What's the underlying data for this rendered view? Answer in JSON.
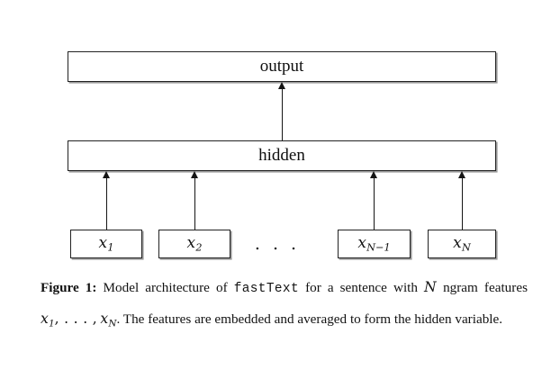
{
  "figure": {
    "diagram": {
      "output_node": {
        "label": "output"
      },
      "hidden_node": {
        "label": "hidden"
      },
      "ellipsis": ". . .",
      "input_nodes": [
        {
          "base": "x",
          "subscript": "1",
          "label": "x1"
        },
        {
          "base": "x",
          "subscript": "2",
          "label": "x2"
        },
        {
          "base": "x",
          "subscript": "N−1",
          "label": "xN-1"
        },
        {
          "base": "x",
          "subscript": "N",
          "label": "xN"
        }
      ],
      "arrows": [
        {
          "name": "hidden-to-output",
          "direction": "up"
        },
        {
          "name": "x1-to-hidden",
          "direction": "up"
        },
        {
          "name": "x2-to-hidden",
          "direction": "up"
        },
        {
          "name": "xN-1-to-hidden",
          "direction": "up"
        },
        {
          "name": "xN-to-hidden",
          "direction": "up"
        }
      ]
    },
    "caption": {
      "label": "Figure 1:",
      "text_part_1": " Model architecture of ",
      "monospace_term": "fastText",
      "text_part_2": " for a sentence with ",
      "math_n": "N",
      "text_part_3": " ngram features ",
      "math_features": "x1, . . . , xN",
      "text_part_4": ". The features are embedded and averaged to form the hidden variable."
    }
  },
  "colors": {
    "background": "#ffffff",
    "text": "#121212",
    "box_border": "#222222",
    "box_shadow": "#9a9a9a",
    "arrow": "#151515"
  }
}
